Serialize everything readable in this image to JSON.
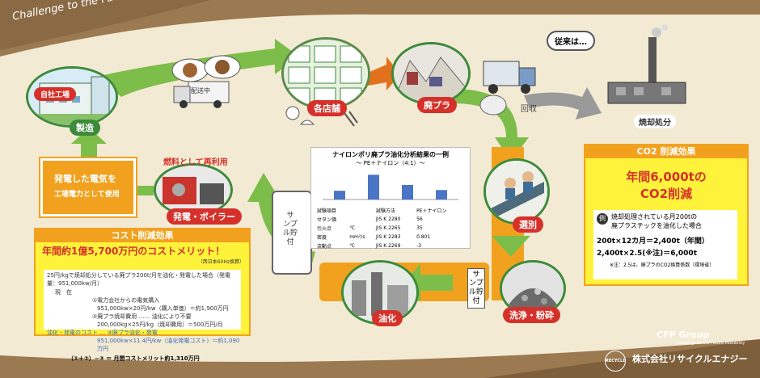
{
  "header": {
    "tagline": "Challenge to the Future Possibility"
  },
  "colors": {
    "green": "#6cb33f",
    "orange": "#f2a11e",
    "red": "#d5312a",
    "brown": "#9b7a52",
    "yellow": "#fff23a",
    "cream": "#f3ead4"
  },
  "stages": {
    "manufacture": "製造",
    "factory_sign": "自社工場",
    "delivery": "配送中",
    "stores": "各店舗",
    "waste_plastic": "廃プラ",
    "collection": "回収",
    "conventional": "従来は…",
    "incineration": "焼却処分",
    "sorting": "選別",
    "washing": "洗浄・粉砕",
    "liquefaction": "油化",
    "sample1": "サンプル貯付",
    "sample2": "サンプル貯付",
    "boiler": "発電・ボイラー",
    "fuel_reuse": "燃料として再利用",
    "power_reuse_line1": "発電した電気を",
    "power_reuse_line2": "工場電力として使用"
  },
  "analysis": {
    "title": "ナイロンポリ廃プラ油化分析結果の一例",
    "subtitle": "〜 PE＋ナイロン（4:1）〜",
    "headers": [
      "試験項目",
      "",
      "試験方法",
      "PE＋ナイロン"
    ],
    "rows": [
      [
        "セタン価",
        "",
        "JIS K 2280",
        "56"
      ],
      [
        "引火点",
        "℃",
        "JIS K 2265",
        "35"
      ],
      [
        "密度",
        "mm²/s",
        "JIS K 2283",
        "0.801"
      ],
      [
        "流動点",
        "℃",
        "JIS K 2269",
        "-3"
      ]
    ]
  },
  "chart_data": {
    "type": "bar",
    "categories": [
      "",
      "",
      "",
      ""
    ],
    "values": [
      12,
      34,
      20,
      13
    ],
    "ylim": [
      0,
      40
    ]
  },
  "cost": {
    "title": "コスト削減効果",
    "headline": "年間約1億5,700万円のコストメリット！",
    "note": "（西日本60Hz換算）",
    "line1": "25円/kgで焼却処分している廃プラ200t/月を油化・発電した場合（発電量：951,000kw/月）",
    "current": "現　在",
    "current_a": "①電力会社からの電気購入",
    "current_a_val": "951,000kw×20円/kw（購入単価）＝約1,900万円",
    "current_b": "②廃プラ焼却費用 …… 油化により不要",
    "current_b_val": "200,000kg×25円/kg（焼却費用）＝500万円/月",
    "cost_label": "油化・発電のコスト",
    "cost_a": "③廃プラ油化・発電",
    "cost_a_val": "951,000kw×11.4円/kw（油化発電コスト）＝約1,090万円",
    "formula": "（①＋②）−③ ＝ 月間コストメリット約1,310万円"
  },
  "co2": {
    "title": "CO2 削減効果",
    "headline1": "年間6,000tの",
    "headline2": "CO2削減",
    "badge": "例",
    "desc1": "焼却処理されている月200tの",
    "desc2": "廃プラスチックを油化した場合",
    "calc1": "200t×12カ月＝2,400t（年間）",
    "calc2": "2,400t×2.5(※注)＝6,000t",
    "note": "※注：2.5は、廃プラのCO2換算係数（環境省）"
  },
  "footer": {
    "group": "CFP Group",
    "group_tag": "Challenge to the Future Possibility",
    "company": "株式会社リサイクルエナジー",
    "logo_text": "RECYCLE ENERGY"
  }
}
